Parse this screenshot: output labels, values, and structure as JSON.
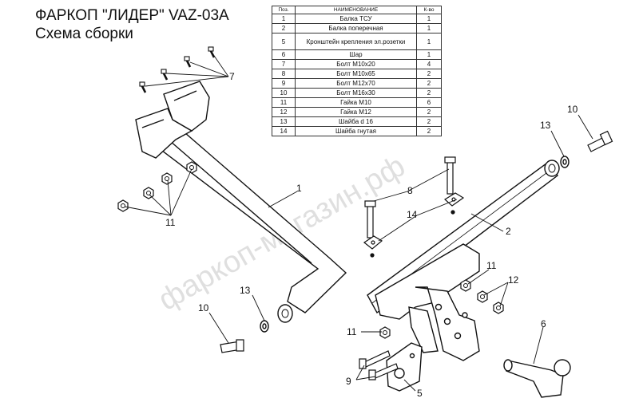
{
  "header": {
    "title": "ФАРКОП \"ЛИДЕР\" VAZ-03A",
    "subtitle": "Схема сборки"
  },
  "parts_table": {
    "headers": [
      "Поз.",
      "НАИМЕНОВАНИЕ",
      "К-во"
    ],
    "rows": [
      {
        "pos": "1",
        "name": "Балка ТСУ",
        "qty": "1"
      },
      {
        "pos": "2",
        "name": "Балка поперечная",
        "qty": "1"
      },
      {
        "pos": "5",
        "name": "Кронштейн крепления эл.розетки",
        "qty": "1"
      },
      {
        "pos": "6",
        "name": "Шар",
        "qty": "1"
      },
      {
        "pos": "7",
        "name": "Болт М10х20",
        "qty": "4"
      },
      {
        "pos": "8",
        "name": "Болт М10х65",
        "qty": "2"
      },
      {
        "pos": "9",
        "name": "Болт М12х70",
        "qty": "2"
      },
      {
        "pos": "10",
        "name": "Болт М16х30",
        "qty": "2"
      },
      {
        "pos": "11",
        "name": "Гайка М10",
        "qty": "6"
      },
      {
        "pos": "12",
        "name": "Гайка М12",
        "qty": "2"
      },
      {
        "pos": "13",
        "name": "Шайба d 16",
        "qty": "2"
      },
      {
        "pos": "14",
        "name": "Шайба гнутая",
        "qty": "2"
      }
    ]
  },
  "callouts": {
    "c1": "1",
    "c2": "2",
    "c5": "5",
    "c6": "6",
    "c7": "7",
    "c8": "8",
    "c9": "9",
    "c10a": "10",
    "c10b": "10",
    "c11a": "11",
    "c11b": "11",
    "c11c": "11",
    "c12": "12",
    "c13a": "13",
    "c13b": "13",
    "c14": "14"
  },
  "watermark": "фаркоп-магазин.рф"
}
